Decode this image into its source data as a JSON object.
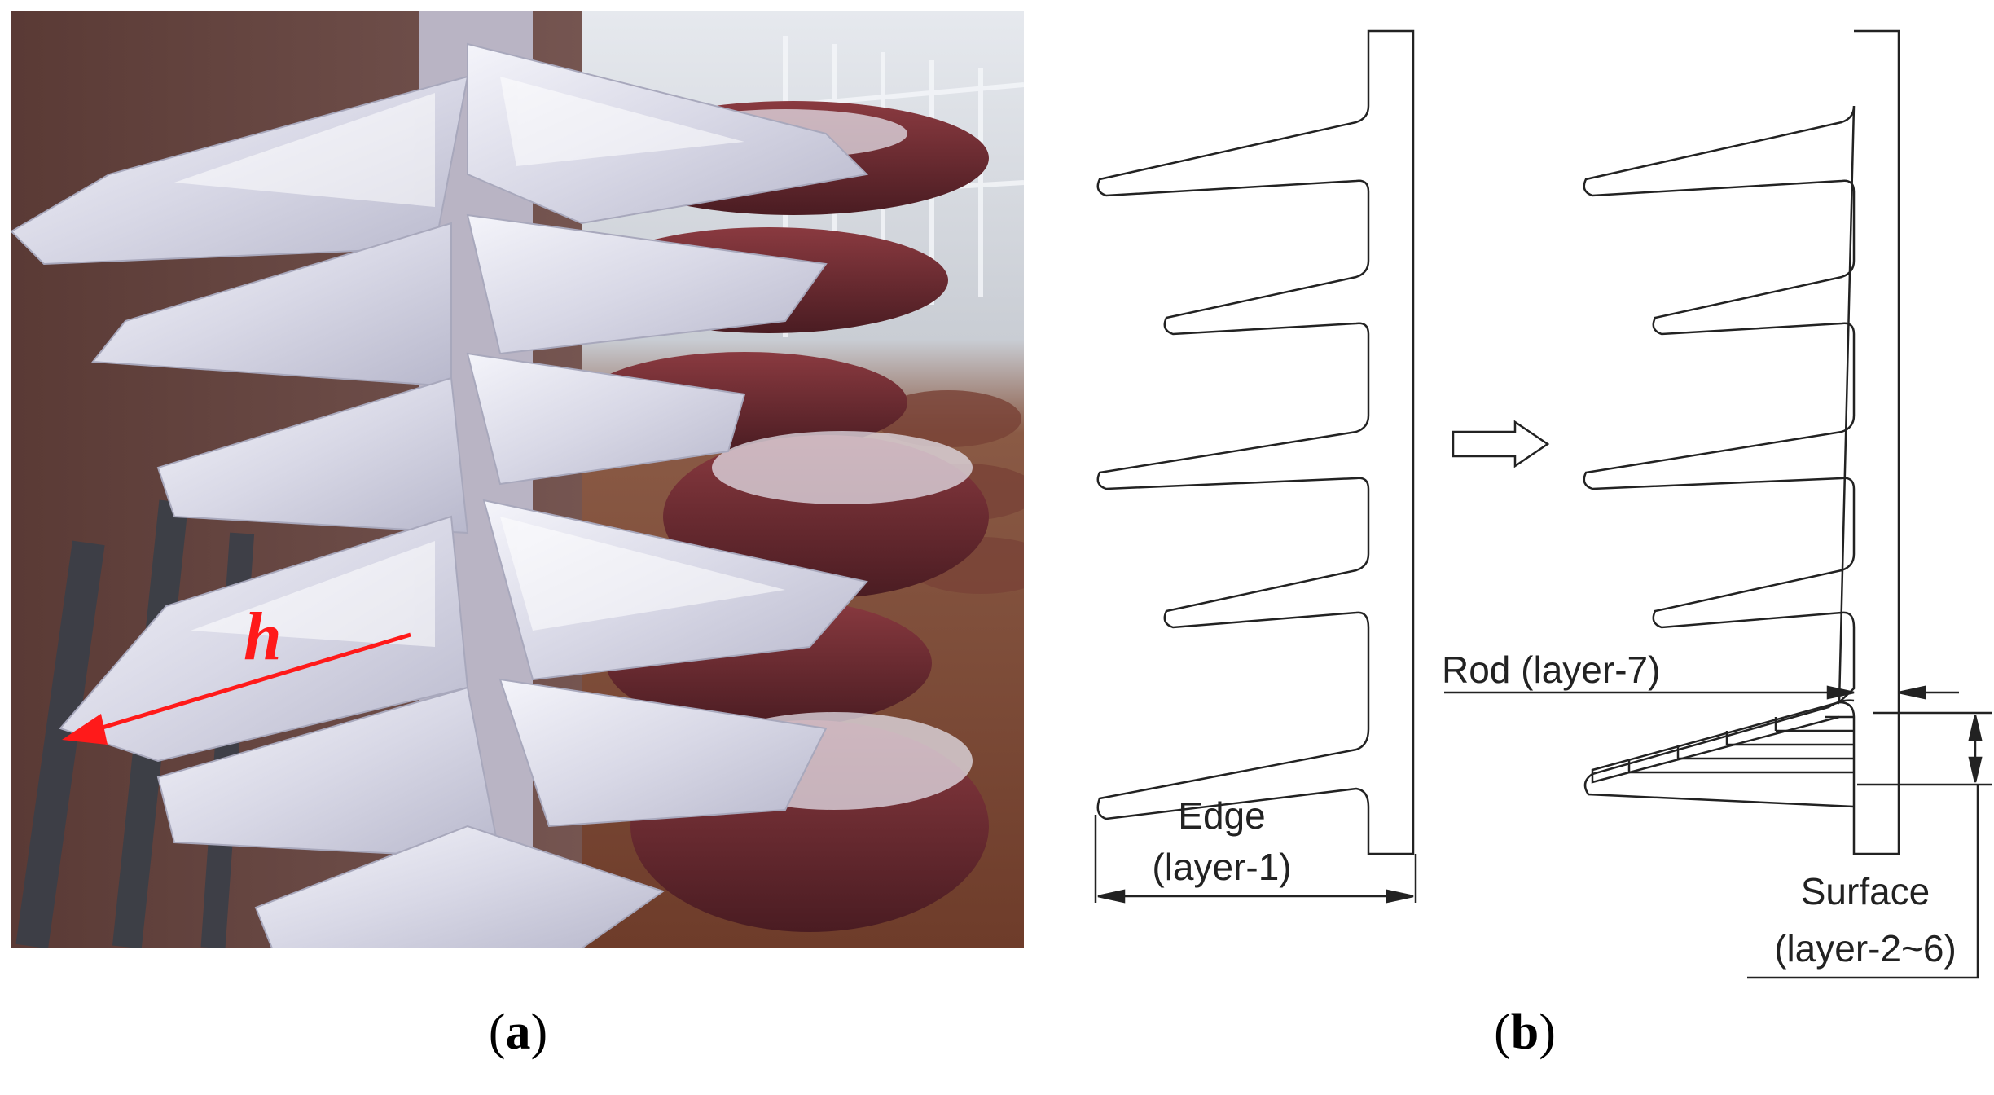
{
  "panels": {
    "a": {
      "open": "(",
      "letter": "a",
      "close": ")"
    },
    "b": {
      "open": "(",
      "letter": "b",
      "close": ")"
    }
  },
  "photo": {
    "measure_label": "h",
    "arrow_color": "#ff1a1a"
  },
  "diagram": {
    "rod_label": "Rod (layer-7)",
    "edge_label_line1": "Edge",
    "edge_label_line2": "(layer-1)",
    "surface_label_line1": "Surface",
    "surface_label_line2": "(layer-2~6)"
  }
}
